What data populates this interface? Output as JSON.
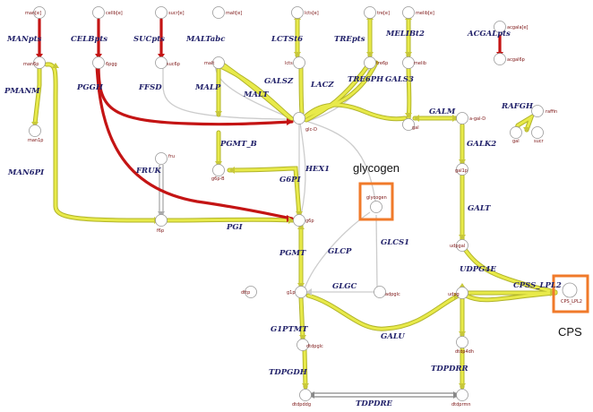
{
  "colors": {
    "flux_high": "#c41414",
    "flux_medium": "#e8ea4a",
    "flux_medium_edge": "#b1b42a",
    "flux_zero": "#cccccc",
    "highlight_box": "#f07a2a",
    "reaction_label": "#22226a",
    "metabolite_label": "#7a1010"
  },
  "annotations": {
    "glycogen": "glycogen",
    "cps": "CPS"
  },
  "metabolites": {
    "man_e": "man[e]",
    "cellb_e": "cellb[e]",
    "sucr_e": "sucr[e]",
    "malt_e": "malt[e]",
    "lcts_e": "lcts[e]",
    "tre_e": "tre[e]",
    "melib_e": "melib[e]",
    "acgala_e": "acgala[e]",
    "man6p": "man6p",
    "6pgg": "6pgg",
    "suc6p": "suc6p",
    "malt": "malt",
    "lcts": "lcts",
    "tre6p": "tre6p",
    "melib": "melib",
    "acgal6p": "acgal6p",
    "man1p": "man1p",
    "fru": "fru",
    "glc_D": "glc-D",
    "gal": "gal",
    "a_gal_D": "a-gal-D",
    "raffin": "raffin",
    "gal_r": "gal",
    "sucr": "sucr",
    "g6p_B": "g6p-B",
    "gal1p": "gal1p",
    "glycogen": "glycogen",
    "f6p": "f6p",
    "g6p": "g6p",
    "udpgal": "udpgal",
    "CPS_LPL2": "CPS_LPL2",
    "dttp": "dttp",
    "g1p": "g1p",
    "adpglc": "adpglc",
    "udpg": "udpg",
    "dtdpglc": "dtdpglc",
    "dtdp4dh": "dtdp4dh",
    "dtdpddg": "dtdpddg",
    "dtdprmn": "dtdprmn"
  },
  "reactions": {
    "MANpts": "MANpts",
    "CELBpts": "CELBpts",
    "SUCpts": "SUCpts",
    "MALTabc": "MALTabc",
    "LCTSt6": "LCTSt6",
    "TREpts": "TREpts",
    "MELIBt2": "MELIBt2",
    "ACGALpts": "ACGALpts",
    "PMANM": "PMANM",
    "PGGH": "PGGH",
    "FFSD": "FFSD",
    "MALP": "MALP",
    "MALT": "MALT",
    "GALSZ": "GALSZ",
    "LACZ": "LACZ",
    "TRE6PH": "TRE6PH",
    "GALS3": "GALS3",
    "GALM": "GALM",
    "RAFGH": "RAFGH",
    "PGMT_B": "PGMT_B",
    "MAN6PI": "MAN6PI",
    "FRUK": "FRUK",
    "HEX1": "HEX1",
    "G6PI": "G6PI",
    "GALK2": "GALK2",
    "PGI": "PGI",
    "GALT": "GALT",
    "GLCS1": "GLCS1",
    "GLCP": "GLCP",
    "PGMT": "PGMT",
    "UDPG4E": "UDPG4E",
    "CPSS_LPL2": "CPSS_LPL2",
    "GLGC": "GLGC",
    "G1PTMT": "G1PTMT",
    "GALU": "GALU",
    "TDPGDH": "TDPGDH",
    "TDPDRR": "TDPDRR",
    "TDPDRE": "TDPDRE"
  }
}
